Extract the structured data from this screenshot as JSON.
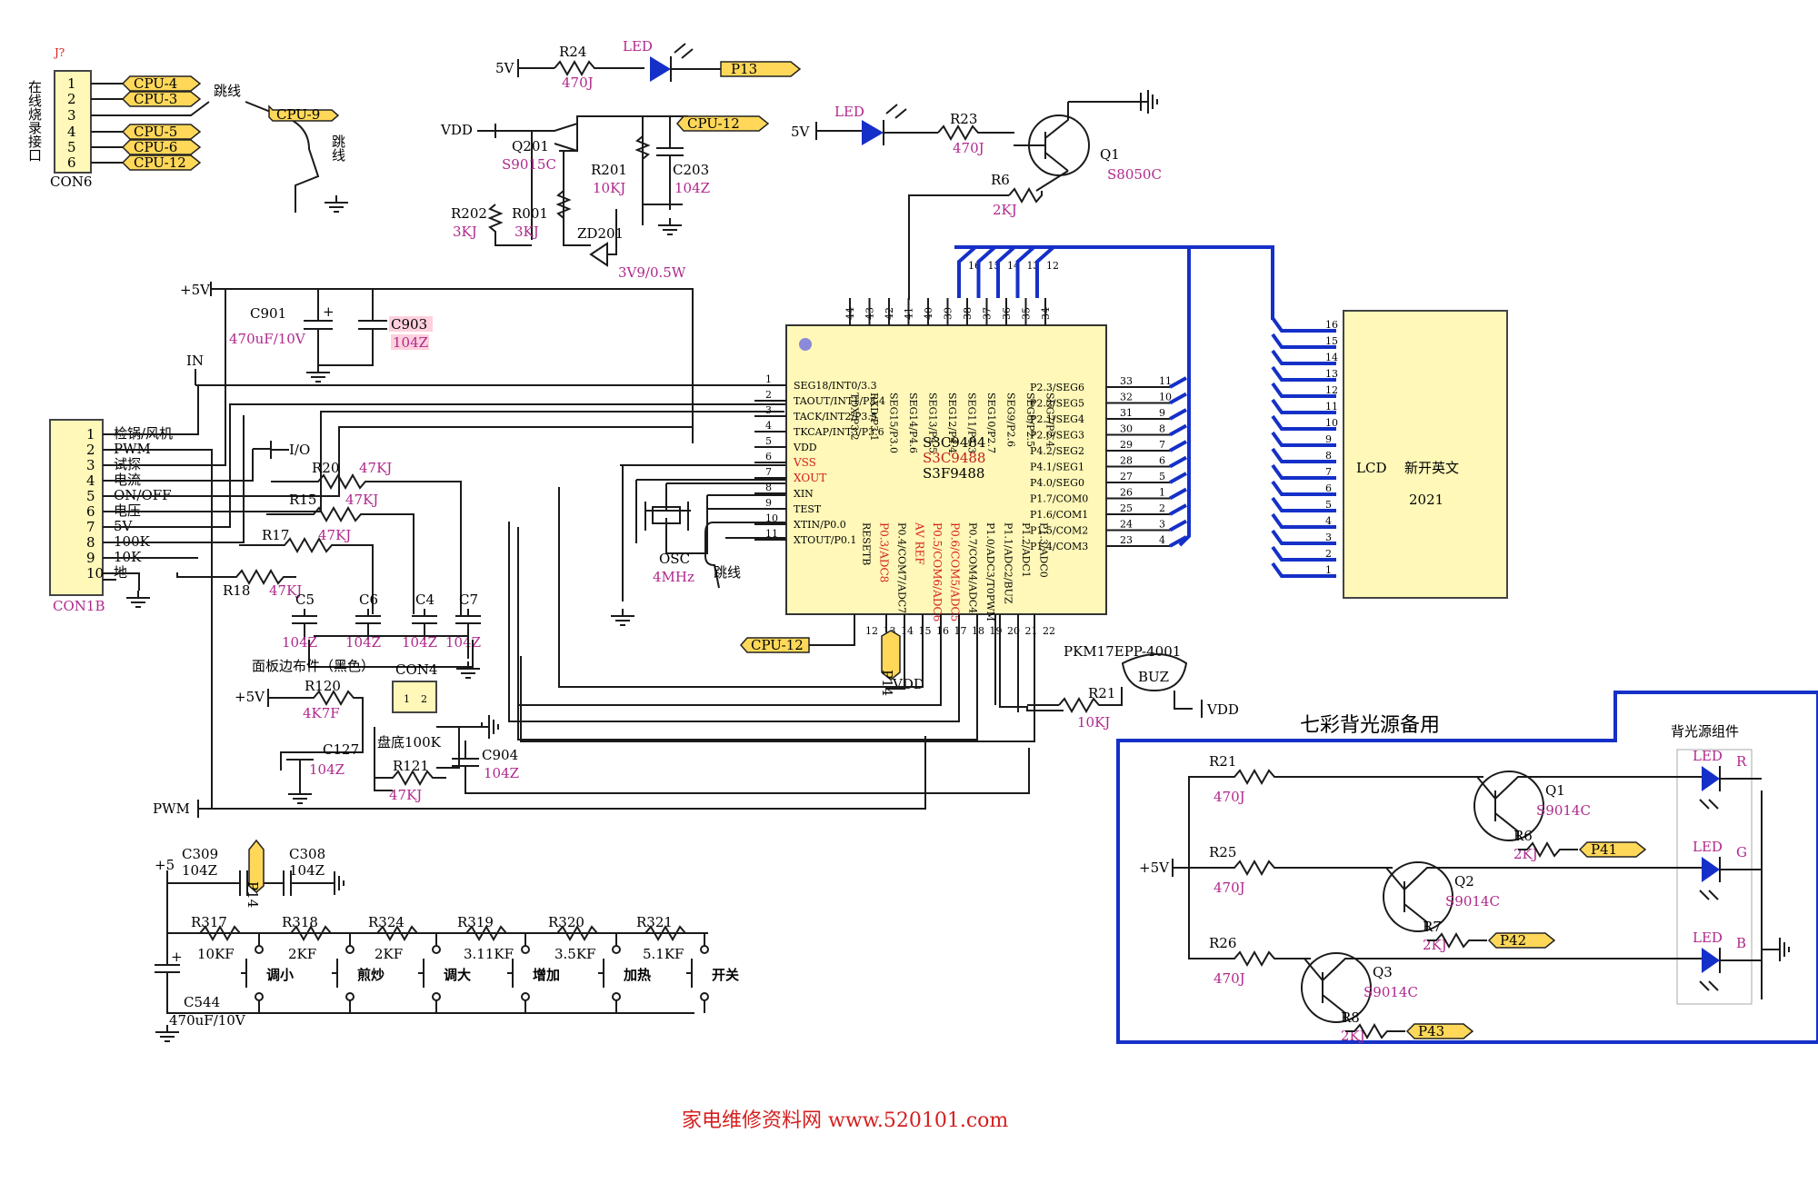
{
  "connectors": {
    "j": {
      "ref": "J?",
      "name": "CON6",
      "side": "在线烧录接口",
      "pins": [
        "1",
        "2",
        "3",
        "4",
        "5",
        "6"
      ],
      "tags": [
        "CPU-4",
        "CPU-3",
        "CPU-5",
        "CPU-6",
        "CPU-12"
      ],
      "jumper_tag": "CPU-9",
      "jumper1": "跳线",
      "jumper2": "跳线"
    },
    "con1b": {
      "name": "CON1B",
      "pins": [
        {
          "n": "1",
          "s": "检锅/风机"
        },
        {
          "n": "2",
          "s": "PWM"
        },
        {
          "n": "3",
          "s": "试探"
        },
        {
          "n": "4",
          "s": "电流"
        },
        {
          "n": "5",
          "s": "ON/OFF"
        },
        {
          "n": "6",
          "s": "电压"
        },
        {
          "n": "7",
          "s": "5V"
        },
        {
          "n": "8",
          "s": "100K"
        },
        {
          "n": "9",
          "s": "10K"
        },
        {
          "n": "10",
          "s": "地"
        }
      ]
    },
    "con4": {
      "name": "CON4",
      "pins": [
        "1",
        "2"
      ],
      "desc": "面板边布件（黑色）",
      "bottom": "盘底100K"
    }
  },
  "top": {
    "led_p13": {
      "v": "5V",
      "r": "R24",
      "rv": "470J",
      "led": "LED",
      "tag": "P13"
    },
    "q201": {
      "vdd": "VDD",
      "q": "Q201",
      "qv": "S9015C",
      "r202": "R202",
      "r202v": "3KJ",
      "r001": "R001",
      "r001v": "3KJ",
      "r201": "R201",
      "r201v": "10KJ",
      "c203": "C203",
      "c203v": "104Z",
      "zd": "ZD201",
      "zdv": "3V9/0.5W",
      "tag": "CPU-12"
    },
    "q1": {
      "v": "5V",
      "led": "LED",
      "r23": "R23",
      "r23v": "470J",
      "q": "Q1",
      "qv": "S8050C",
      "r6": "R6",
      "r6v": "2KJ"
    }
  },
  "power": {
    "v5": "+5V",
    "c901": "C901",
    "c901v": "470uF/10V",
    "c903": "C903",
    "c903v": "104Z",
    "in": "IN",
    "io": "I/O"
  },
  "res": {
    "r20": "R20",
    "r20v": "47KJ",
    "r15": "R15",
    "r15v": "47KJ",
    "r17": "R17",
    "r17v": "47KJ",
    "r18": "R18",
    "r18v": "47KJ",
    "caps": [
      {
        "n": "C5",
        "v": "104Z"
      },
      {
        "n": "C6",
        "v": "104Z"
      },
      {
        "n": "C4",
        "v": "104Z"
      },
      {
        "n": "C7",
        "v": "104Z"
      }
    ]
  },
  "osc": {
    "name": "OSC",
    "v": "4MHz",
    "jumper": "跳线"
  },
  "mcu": {
    "part1": "S3C9484",
    "part2": "S3C9488",
    "part3": "S3F9488",
    "left": [
      [
        "1",
        "SEG18/INT0/3.3"
      ],
      [
        "2",
        "TAOUT/INT1/P3.4"
      ],
      [
        "3",
        "TACK/INT2/P3.5"
      ],
      [
        "4",
        "TKCAP/INT3/P3.6"
      ],
      [
        "5",
        "VDD"
      ],
      [
        "6",
        "VSS"
      ],
      [
        "7",
        "XOUT"
      ],
      [
        "8",
        "XIN"
      ],
      [
        "9",
        "TEST"
      ],
      [
        "10",
        "XTIN/P0.0"
      ],
      [
        "11",
        "XTOUT/P0.1"
      ]
    ],
    "right": [
      [
        "33",
        "P2.3/SEG6"
      ],
      [
        "32",
        "P2.2/SEG5"
      ],
      [
        "31",
        "P2.1/SEG4"
      ],
      [
        "30",
        "P2.0/SEG3"
      ],
      [
        "29",
        "P4.2/SEG2"
      ],
      [
        "28",
        "P4.1/SEG1"
      ],
      [
        "27",
        "P4.0/SEG0"
      ],
      [
        "26",
        "P1.7/COM0"
      ],
      [
        "25",
        "P1.6/COM1"
      ],
      [
        "24",
        "P1.5/COM2"
      ],
      [
        "23",
        "P1.4/COM3"
      ]
    ],
    "top": [
      [
        "44",
        "TDX/P3.2"
      ],
      [
        "43",
        "RXD/P3.1"
      ],
      [
        "42",
        "SEG15/P3.0"
      ],
      [
        "41",
        "SEG14/P4.6"
      ],
      [
        "40",
        "SEG13/P4.5"
      ],
      [
        "39",
        "SEG12/P4.4"
      ],
      [
        "38",
        "SEG11/P4.3"
      ],
      [
        "37",
        "SEG10/P2.7"
      ],
      [
        "36",
        "SEG9/P2.6"
      ],
      [
        "35",
        "SEG8/P2.5"
      ],
      [
        "34",
        "SEG7/P2.4"
      ]
    ],
    "bottom": [
      [
        "12",
        "RESETB"
      ],
      [
        "13",
        "P0.3/ADC8"
      ],
      [
        "14",
        "P0.4/COM7/ADC7"
      ],
      [
        "15",
        "AV REF"
      ],
      [
        "16",
        "P0.5/COM6/ADC6"
      ],
      [
        "17",
        "P0.6/COM5/ADC5"
      ],
      [
        "18",
        "P0.7/COM4/ADC4"
      ],
      [
        "19",
        "P1.0/ADC3/T0PWM"
      ],
      [
        "20",
        "P1.1/ADC2/BUZ"
      ],
      [
        "21",
        "P1.2/ADC1"
      ],
      [
        "22",
        "P1.3/ADC0"
      ]
    ],
    "top_lcd_nums": [
      "16",
      "15",
      "14",
      "13",
      "12"
    ],
    "right_lcd_nums": [
      "11",
      "10",
      "9",
      "8",
      "7",
      "6",
      "5",
      "1",
      "2",
      "3",
      "4"
    ],
    "bottom_tags": {
      "cpu12": "CPU-12",
      "p14": "P14",
      "vdd": "VDD"
    }
  },
  "lcd": {
    "label": "LCD",
    "title": "新开英文",
    "year": "2021",
    "pins": [
      "16",
      "15",
      "14",
      "13",
      "12",
      "11",
      "10",
      "9",
      "8",
      "7",
      "6",
      "5",
      "4",
      "3",
      "2",
      "1"
    ]
  },
  "buz": {
    "part": "PKM17EPP-4001",
    "name": "BUZ",
    "r21": "R21",
    "r21v": "10KJ",
    "vdd": "VDD"
  },
  "panel": {
    "v5": "+5V",
    "r120": "R120",
    "r120v": "4K7F",
    "c127": "C127",
    "c127v": "104Z",
    "r121": "R121",
    "r121v": "47KJ",
    "c904": "C904",
    "c904v": "104Z",
    "pwm": "PWM"
  },
  "keys": {
    "v5": "+5",
    "c309": "C309",
    "c309v": "104Z",
    "p14": "P14",
    "c308": "C308",
    "c308v": "104Z",
    "c544": "C544",
    "c544v": "470uF/10V",
    "res": [
      {
        "n": "R317",
        "v": "10KF"
      },
      {
        "n": "R318",
        "v": "2KF"
      },
      {
        "n": "R324",
        "v": "2KF"
      },
      {
        "n": "R319",
        "v": "3.11KF"
      },
      {
        "n": "R320",
        "v": "3.5KF"
      },
      {
        "n": "R321",
        "v": "5.1KF"
      }
    ],
    "btns": [
      "调小",
      "煎炒",
      "调大",
      "增加",
      "加热",
      "开关"
    ]
  },
  "backlight": {
    "title": "七彩背光源备用",
    "group": "背光源组件",
    "v5": "+5V",
    "rows": [
      {
        "r": "R21",
        "rv": "470J",
        "q": "Q1",
        "qv": "S9014C",
        "rb": "R6",
        "rbv": "2KJ",
        "tag": "P41",
        "led": "LED",
        "color": "R"
      },
      {
        "r": "R25",
        "rv": "470J",
        "q": "Q2",
        "qv": "S9014C",
        "rb": "R7",
        "rbv": "2KJ",
        "tag": "P42",
        "led": "LED",
        "color": "G"
      },
      {
        "r": "R26",
        "rv": "470J",
        "q": "Q3",
        "qv": "S9014C",
        "rb": "R8",
        "rbv": "2KJ",
        "tag": "P43",
        "led": "LED",
        "color": "B"
      }
    ]
  },
  "footer": "家电维修资料网    www.520101.com",
  "colors": {
    "wire": "#1a1a1a",
    "bus": "#1530c8",
    "value": "#b0288c",
    "tag": "#ffd85a",
    "chip": "#fff8b8",
    "footer": "#d41f1f"
  }
}
